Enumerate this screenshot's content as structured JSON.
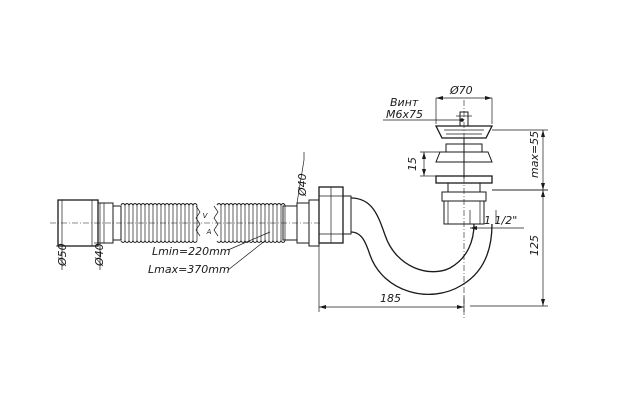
{
  "labels": {
    "screw_title": "Винт",
    "screw_size": "М6х75",
    "diam_70": "Ø70",
    "dim_15": "15",
    "dim_max55": "max=55",
    "diam_40_top": "Ø40",
    "dim_1_1_2": "1 1/2\"",
    "dim_125": "125",
    "dim_185": "185",
    "diam_50": "Ø50",
    "diam_40_left": "Ø40",
    "lmin": "Lmin=220mm",
    "lmax": "Lmax=370mm"
  }
}
